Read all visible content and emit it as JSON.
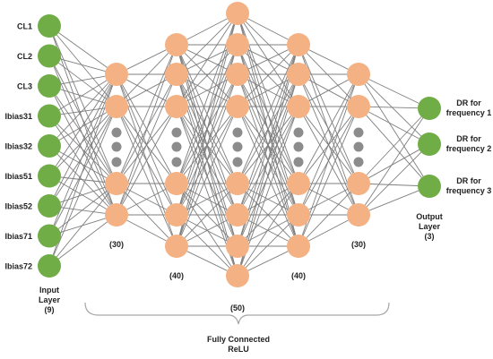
{
  "colors": {
    "input_node": "#70AD47",
    "hidden_node": "#F4B183",
    "output_node": "#70AD47",
    "ellipsis_dot": "#8C8C8C",
    "edge": "#7F7F7F"
  },
  "input_layer": {
    "nodes": [
      "CL1",
      "CL2",
      "CL3",
      "Ibias31",
      "Ibias32",
      "Ibias51",
      "Ibias52",
      "Ibias71",
      "Ibias72"
    ],
    "caption": [
      "Input",
      "Layer",
      "(9)"
    ]
  },
  "hidden_layers": [
    {
      "size_label": "(30)"
    },
    {
      "size_label": "(40)"
    },
    {
      "size_label": "(50)"
    },
    {
      "size_label": "(40)"
    },
    {
      "size_label": "(30)"
    }
  ],
  "output_layer": {
    "nodes": [
      [
        "DR for",
        "frequency 1"
      ],
      [
        "DR for",
        "frequency 2"
      ],
      [
        "DR for",
        "frequency 3"
      ]
    ],
    "caption": [
      "Output",
      "Layer",
      "(3)"
    ]
  },
  "connection_caption": [
    "Fully Connected",
    "ReLU"
  ]
}
